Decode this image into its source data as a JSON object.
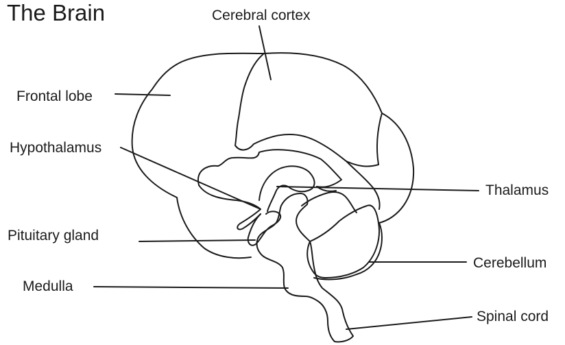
{
  "title": "The Brain",
  "labels": {
    "cerebral_cortex": "Cerebral cortex",
    "frontal_lobe": "Frontal lobe",
    "hypothalamus": "Hypothalamus",
    "thalamus": "Thalamus",
    "pituitary_gland": "Pituitary gland",
    "cerebellum": "Cerebellum",
    "medulla": "Medulla",
    "spinal_cord": "Spinal cord"
  }
}
